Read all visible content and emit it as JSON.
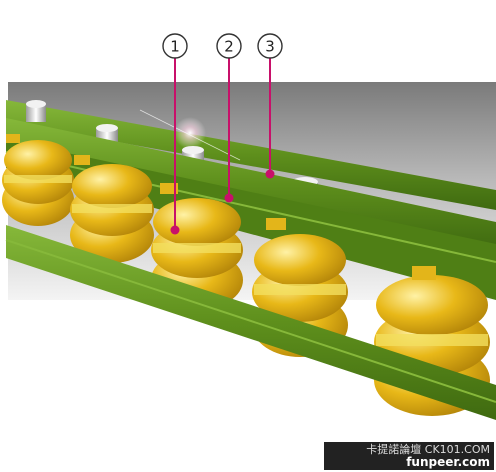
{
  "callouts": [
    {
      "label": "1"
    },
    {
      "label": "2"
    },
    {
      "label": "3"
    }
  ],
  "watermark": {
    "top": "卡提諾論壇 CK101.COM",
    "bottom": "funpeer.com"
  },
  "colors": {
    "rail_green": "#5e8f1c",
    "rail_dark": "#3f6a10",
    "roller_yellow": "#e8b818",
    "roller_band": "#f2df5e",
    "callout_pink": "#c8106a",
    "backdrop_gray": "#8a8a8a"
  }
}
